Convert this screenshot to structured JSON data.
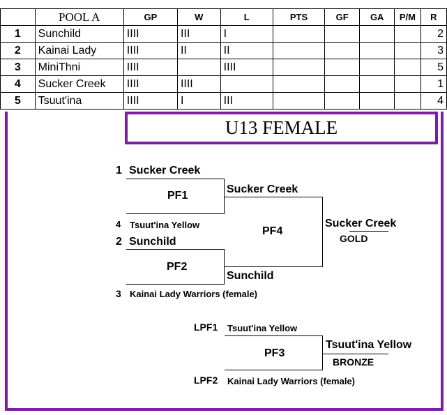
{
  "pool": {
    "title": "POOL A",
    "columns": [
      "GP",
      "W",
      "L",
      "PTS",
      "GF",
      "GA",
      "P/M",
      "R"
    ],
    "rows": [
      {
        "num": "1",
        "team": "Sunchild",
        "gp": "IIII",
        "w": "III",
        "l": "I",
        "rank": "2"
      },
      {
        "num": "2",
        "team": "Kainai Lady",
        "gp": "IIII",
        "w": "II",
        "l": "II",
        "rank": "3"
      },
      {
        "num": "3",
        "team": "MiniThni",
        "gp": "IIII",
        "w": "",
        "l": "IIII",
        "rank": "5"
      },
      {
        "num": "4",
        "team": "Sucker Creek",
        "gp": "IIII",
        "w": "IIII",
        "l": "",
        "rank": "1"
      },
      {
        "num": "5",
        "team": "Tsuut'ina",
        "gp": "IIII",
        "w": "I",
        "l": "III",
        "rank": "4"
      }
    ]
  },
  "division": "U13 FEMALE",
  "bracket": {
    "seed1_num": "1",
    "seed1_team": "Sucker Creek",
    "seed4_num": "4",
    "seed4_team": "Tsuut'ina Yellow",
    "seed2_num": "2",
    "seed2_team": "Sunchild",
    "seed3_num": "3",
    "seed3_team": "Kainai Lady Warriors (female)",
    "pf1_label": "PF1",
    "pf1_winner": "Sucker Creek",
    "pf2_label": "PF2",
    "pf2_winner": "Sunchild",
    "pf4_label": "PF4",
    "pf4_winner": "Sucker Creek",
    "gold_label": "GOLD",
    "lpf1_label": "LPF1",
    "lpf1_team": "Tsuut'ina Yellow",
    "lpf2_label": "LPF2",
    "lpf2_team": "Kainai Lady Warriors (female)",
    "pf3_label": "PF3",
    "pf3_winner": "Tsuut'ina Yellow",
    "bronze_label": "BRONZE"
  }
}
